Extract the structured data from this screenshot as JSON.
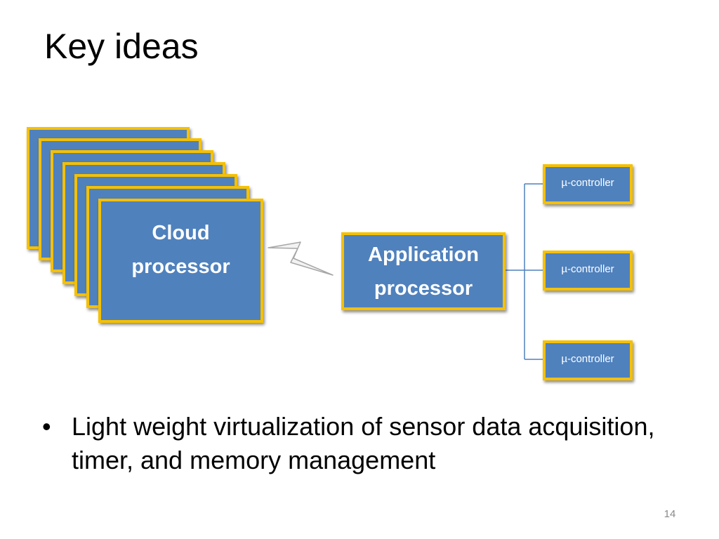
{
  "slide": {
    "title": "Key ideas",
    "page_number": "14"
  },
  "diagram": {
    "cloud_processor": {
      "label": "Cloud\nprocessor",
      "stack_count": 7
    },
    "application_processor": {
      "label": "Application\nprocessor"
    },
    "microcontrollers": [
      {
        "label": "µ-controller"
      },
      {
        "label": "µ-controller"
      },
      {
        "label": "µ-controller"
      }
    ],
    "colors": {
      "box_fill": "#4f81bd",
      "box_border": "#f5c000",
      "connector": "#4f81bd"
    },
    "wireless_link_icon": "lightning-bolt-icon"
  },
  "bullets": [
    {
      "text": "Light weight virtualization of sensor data acquisition, timer, and memory management"
    }
  ]
}
